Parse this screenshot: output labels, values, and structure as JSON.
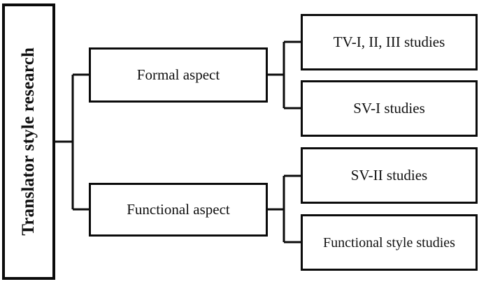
{
  "diagram": {
    "type": "hierarchy-tree",
    "orientation": "left-to-right",
    "line_color": "#0b0b0b",
    "box_border_color": "#0b0b0b",
    "background_color": "#ffffff",
    "root": {
      "label": "Translator style research",
      "text_orientation": "vertical-rotated-90-ccw"
    },
    "branches": [
      {
        "label": "Formal aspect",
        "children": [
          {
            "label": "TV-I, II, III studies"
          },
          {
            "label": "SV-I studies"
          }
        ]
      },
      {
        "label": "Functional aspect",
        "children": [
          {
            "label": "SV-II studies"
          },
          {
            "label": "Functional style studies"
          }
        ]
      }
    ]
  }
}
